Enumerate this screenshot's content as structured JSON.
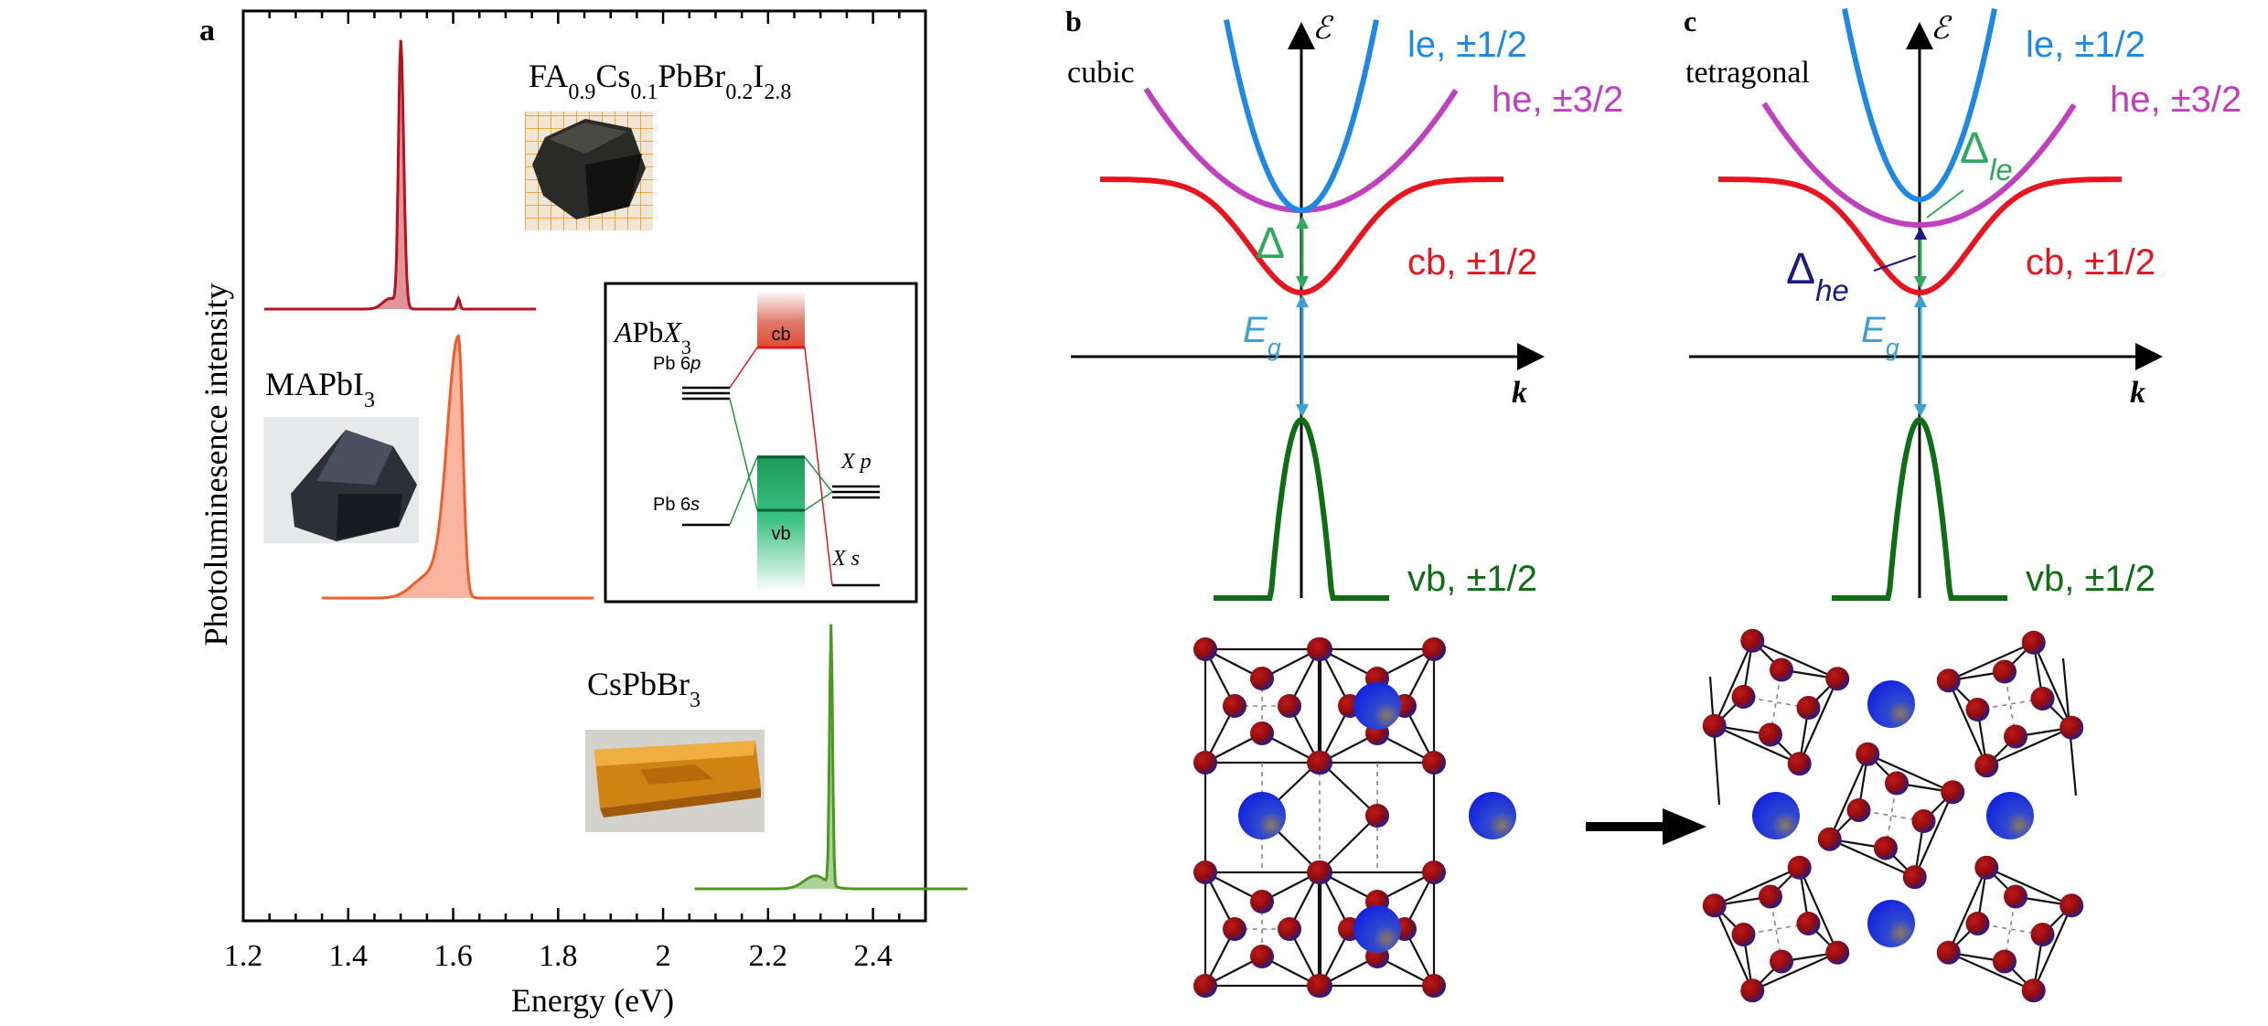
{
  "panel_a": {
    "label": "a",
    "xlabel": "Energy (eV)",
    "ylabel": "Photoluminesence intensity",
    "samples": [
      {
        "formula_parts": [
          [
            "FA",
            ""
          ],
          [
            "0.9",
            "sub"
          ],
          [
            "Cs",
            ""
          ],
          [
            "0.1",
            "sub"
          ],
          [
            "PbBr",
            ""
          ],
          [
            "0.2",
            "sub"
          ],
          [
            "I",
            ""
          ],
          [
            "2.8",
            "sub"
          ]
        ],
        "color": "#b5121b"
      },
      {
        "formula_parts": [
          [
            "MAPbI",
            ""
          ],
          [
            "3",
            "sub"
          ]
        ],
        "color": "#f25c2a"
      },
      {
        "formula_parts": [
          [
            "CsPbBr",
            ""
          ],
          [
            "3",
            "sub"
          ]
        ],
        "color": "#4a9a1e"
      }
    ],
    "inset": {
      "title_parts": [
        [
          "A",
          "i"
        ],
        [
          "Pb",
          ""
        ],
        [
          "X",
          "i"
        ],
        [
          "3",
          "sub"
        ]
      ],
      "cb": "cb",
      "vb": "vb",
      "pb6p": [
        "Pb 6",
        "p"
      ],
      "pb6s": [
        "Pb 6",
        "s"
      ],
      "xp": [
        "X",
        " p"
      ],
      "xs": [
        "X",
        " s"
      ]
    }
  },
  "panel_b": {
    "label": "b",
    "phase": "cubic",
    "energy_axis": "ℰ",
    "k_axis": "k",
    "bands": {
      "le": "le, ±1/2",
      "he": "he, ±3/2",
      "cb": "cb, ±1/2",
      "vb": "vb, ±1/2"
    },
    "delta": "Δ",
    "eg": [
      "E",
      "g"
    ]
  },
  "panel_c": {
    "label": "c",
    "phase": "tetragonal",
    "energy_axis": "ℰ",
    "k_axis": "k",
    "bands": {
      "le": "le, ±1/2",
      "he": "he, ±3/2",
      "cb": "cb, ±1/2",
      "vb": "vb, ±1/2"
    },
    "delta_le": [
      "Δ",
      "le"
    ],
    "delta_he": [
      "Δ",
      "he"
    ],
    "eg": [
      "E",
      "g"
    ]
  },
  "colors": {
    "le": "#1e88e5",
    "he": "#c040c0",
    "cb": "#e8141e",
    "vb": "#0e6e14",
    "delta": "#2eaa5a",
    "eg": "#3ca0d2",
    "dhe": "#1a1a80"
  },
  "chart_data": {
    "type": "line",
    "title": "",
    "xlabel": "Energy (eV)",
    "ylabel": "Photoluminesence intensity",
    "xlim": [
      1.2,
      2.5
    ],
    "xticks": [
      "1.2",
      "1.4",
      "1.6",
      "1.8",
      "2",
      "2.2",
      "2.4"
    ],
    "xtick_values": [
      1.2,
      1.4,
      1.6,
      1.8,
      2.0,
      2.2,
      2.4
    ],
    "series": [
      {
        "name": "FA0.9Cs0.1PbBr0.2I2.8",
        "peak_eV": 1.5,
        "color": "#b5121b"
      },
      {
        "name": "MAPbI3",
        "peak_eV": 1.61,
        "color": "#f25c2a"
      },
      {
        "name": "CsPbBr3",
        "peak_eV": 2.32,
        "color": "#4a9a1e"
      }
    ]
  }
}
